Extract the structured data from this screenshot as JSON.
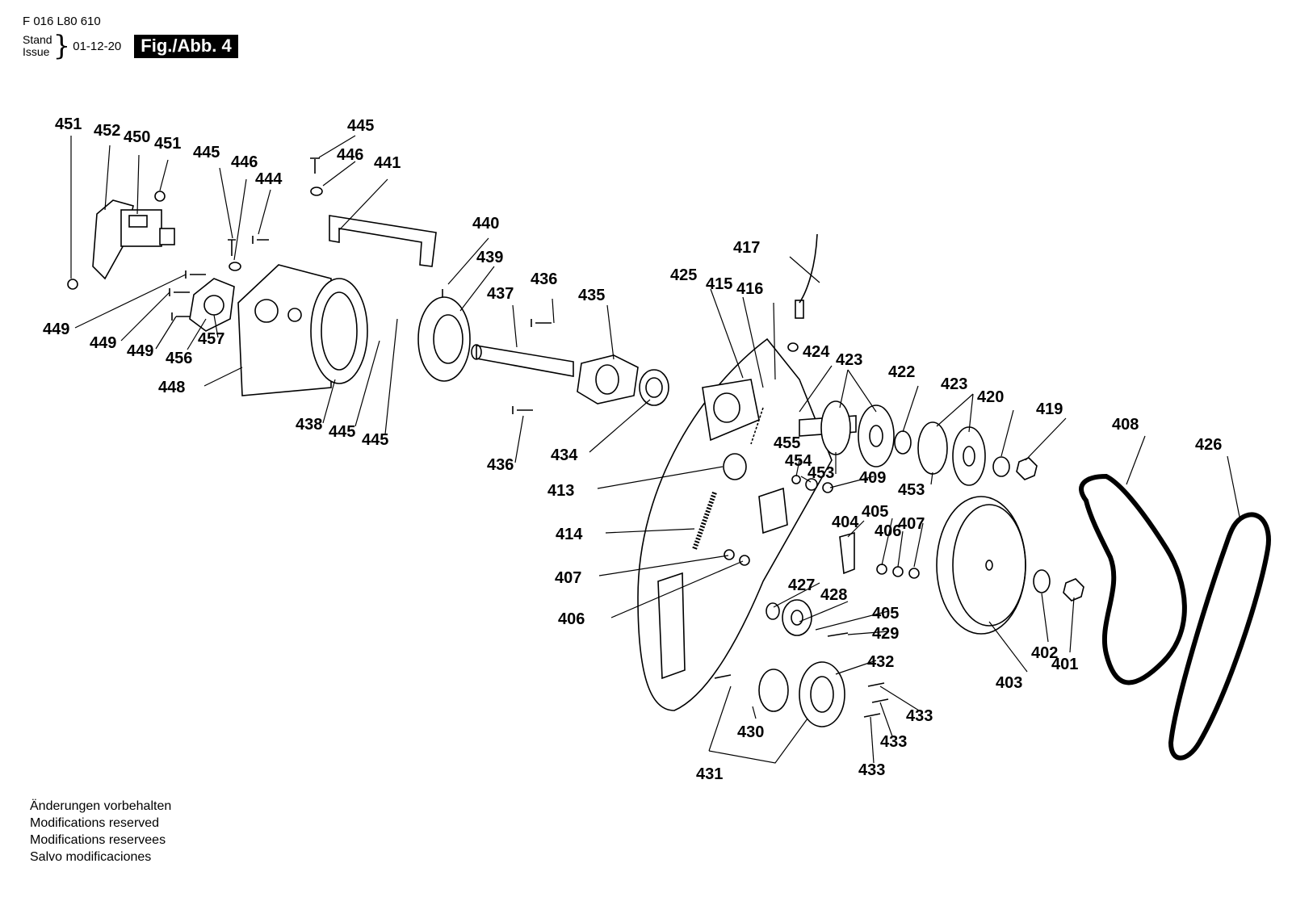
{
  "header": {
    "doc_number": "F 016 L80 610",
    "stand_label": "Stand",
    "issue_label": "Issue",
    "issue_date": "01-12-20",
    "figure_label": "Fig./Abb. 4"
  },
  "footer": {
    "lines": [
      "Änderungen vorbehalten",
      "Modifications reserved",
      "Modifications reservees",
      "Salvo modificaciones"
    ]
  },
  "parts": [
    "451",
    "452",
    "450",
    "451",
    "445",
    "446",
    "444",
    "445",
    "446",
    "441",
    "440",
    "439",
    "436",
    "437",
    "435",
    "417",
    "425",
    "415",
    "416",
    "424",
    "423",
    "422",
    "423",
    "420",
    "419",
    "408",
    "426",
    "449",
    "449",
    "449",
    "456",
    "457",
    "448",
    "438",
    "445",
    "445",
    "434",
    "436",
    "413",
    "455",
    "454",
    "453",
    "409",
    "453",
    "414",
    "404",
    "405",
    "406",
    "407",
    "407",
    "406",
    "427",
    "428",
    "405",
    "429",
    "432",
    "433",
    "433",
    "433",
    "430",
    "431",
    "403",
    "402",
    "401"
  ]
}
